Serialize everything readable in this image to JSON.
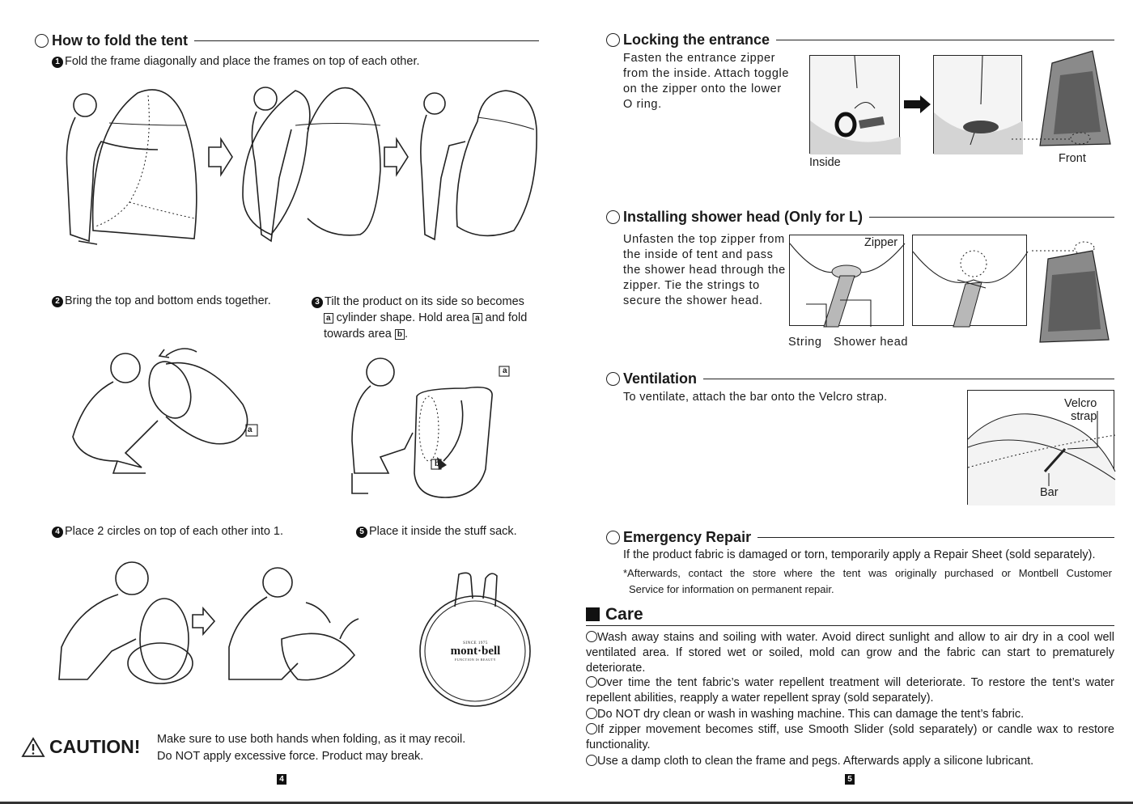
{
  "left": {
    "fold_title": "How to fold the tent",
    "step1": "Fold the frame diagonally and place the frames on top of each other.",
    "step2": "Bring the top and bottom ends together.",
    "step3_line1": "Tilt the product on its side so becomes",
    "step3_line2_pre": "",
    "step3_a1": "a",
    "step3_line2_mid": "cylinder shape. Hold area",
    "step3_a2": "a",
    "step3_line2_post": "and fold",
    "step3_line3_pre": "towards area",
    "step3_b": "b",
    "label_a_left": "a",
    "label_a_right": "a",
    "label_b_right": "b",
    "step4": "Place 2 circles on top of each other into 1.",
    "step5": "Place it inside the stuff sack.",
    "num1": "1",
    "num2": "2",
    "num3": "3",
    "num4": "4",
    "num5": "5",
    "logo_since": "SINCE 1975",
    "logo_brand": "mont·bell",
    "logo_tag": "FUNCTION IS BEAUTY",
    "caution_label": "CAUTION!",
    "caution_line1": "Make sure to use both hands when folding, as it may recoil.",
    "caution_line2": "Do NOT apply excessive force. Product may break.",
    "page_number": "4"
  },
  "right": {
    "locking_title": "Locking the entrance",
    "locking_text": [
      "Fasten the entrance zipper",
      "from the inside. Attach toggle",
      "on the zipper onto the lower",
      "O ring."
    ],
    "label_inside": "Inside",
    "label_front": "Front",
    "shower_title": "Installing shower head (Only for L)",
    "shower_text": [
      "Unfasten the top zipper from",
      "the inside of tent and pass",
      "the shower head through the",
      "zipper. Tie the strings to",
      "secure the shower head."
    ],
    "label_zipper": "Zipper",
    "label_string": "String",
    "label_shower_head": "Shower head",
    "vent_title": "Ventilation",
    "vent_text": "To ventilate, attach the bar onto the Velcro strap.",
    "label_velcro1": "Velcro",
    "label_velcro2": "strap",
    "label_bar": "Bar",
    "repair_title": "Emergency Repair",
    "repair_text": "If the product fabric is damaged or torn, temporarily apply a Repair Sheet (sold separately).",
    "repair_note1": "*Afterwards, contact the store where the tent was originally purchased or Montbell Customer",
    "repair_note2": "Service for information on permanent repair.",
    "care_title": "Care",
    "care_items": [
      "Wash away stains and soiling with water. Avoid direct sunlight and allow to air dry in a cool well ventilated area. If stored wet or soiled, mold can grow and the fabric can start to prematurely deteriorate.",
      "Over time the tent fabric’s water repellent treatment will deteriorate. To restore the tent’s water repellent abilities, reapply a water repellent spray (sold separately).",
      "Do NOT dry clean or wash in washing machine. This can damage the tent’s fabric.",
      "If zipper movement becomes stiff, use Smooth Slider (sold separately) or candle wax to restore functionality.",
      "Use a damp cloth to clean the frame and pegs. Afterwards apply a silicone lubricant."
    ],
    "page_number": "5"
  }
}
